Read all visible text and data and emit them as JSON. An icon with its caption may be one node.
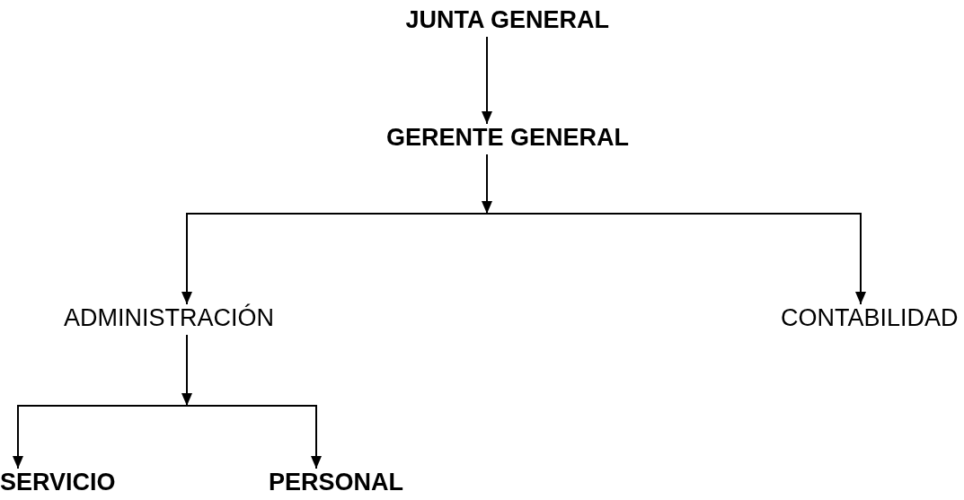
{
  "diagram": {
    "nodes": [
      {
        "text": [
          "JUNTA GENERAL"
        ]
      },
      {
        "text": [
          "GERENTE GENERAL"
        ]
      },
      {
        "text": [
          "ADMINISTRACIÓN"
        ]
      },
      {
        "text": [
          "CONTABILIDAD"
        ]
      },
      {
        "text": [
          "SERVICIO"
        ]
      },
      {
        "text": [
          "PERSONAL"
        ]
      }
    ],
    "edges": [
      {
        "from": 0,
        "to": 1,
        "arrow": "to"
      },
      {
        "from": 1,
        "to": 2,
        "arrow": "to"
      },
      {
        "from": 1,
        "to": 3,
        "arrow": "to"
      },
      {
        "from": 2,
        "to": 4,
        "arrow": "to"
      },
      {
        "from": 2,
        "to": 5,
        "arrow": "to"
      }
    ]
  }
}
